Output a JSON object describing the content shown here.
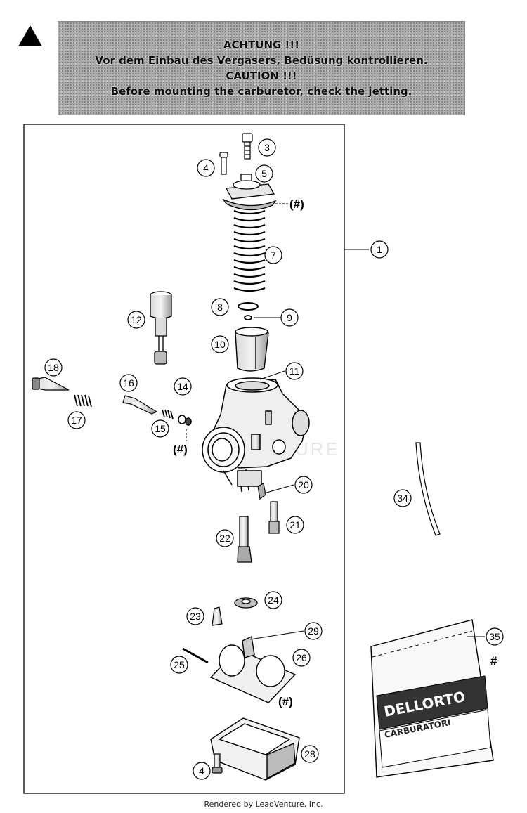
{
  "warning": {
    "heading_de": "ACHTUNG !!!",
    "text_de": "Vor dem Einbau des Vergasers, Bedüsung kontrollieren.",
    "heading_en": "CAUTION !!!",
    "text_en": "Before mounting the carburetor, check the jetting."
  },
  "callouts": {
    "n1": "1",
    "n3": "3",
    "n4": "4",
    "n5": "5",
    "n7": "7",
    "n8": "8",
    "n9": "9",
    "n10": "10",
    "n11": "11",
    "n12": "12",
    "n14": "14",
    "n15": "15",
    "n16": "16",
    "n17": "17",
    "n18": "18",
    "n20": "20",
    "n21": "21",
    "n22": "22",
    "n23": "23",
    "n24": "24",
    "n25": "25",
    "n26": "26",
    "n28": "28",
    "n29": "29",
    "n34": "34",
    "n35": "35",
    "n4b": "4"
  },
  "marks": {
    "hash_ref": "(#)",
    "hash": "#"
  },
  "bag": {
    "brand": "DELLORTO",
    "label": "CARBURATORI"
  },
  "watermark": "URE",
  "footer": "Rendered by LeadVenture, Inc."
}
